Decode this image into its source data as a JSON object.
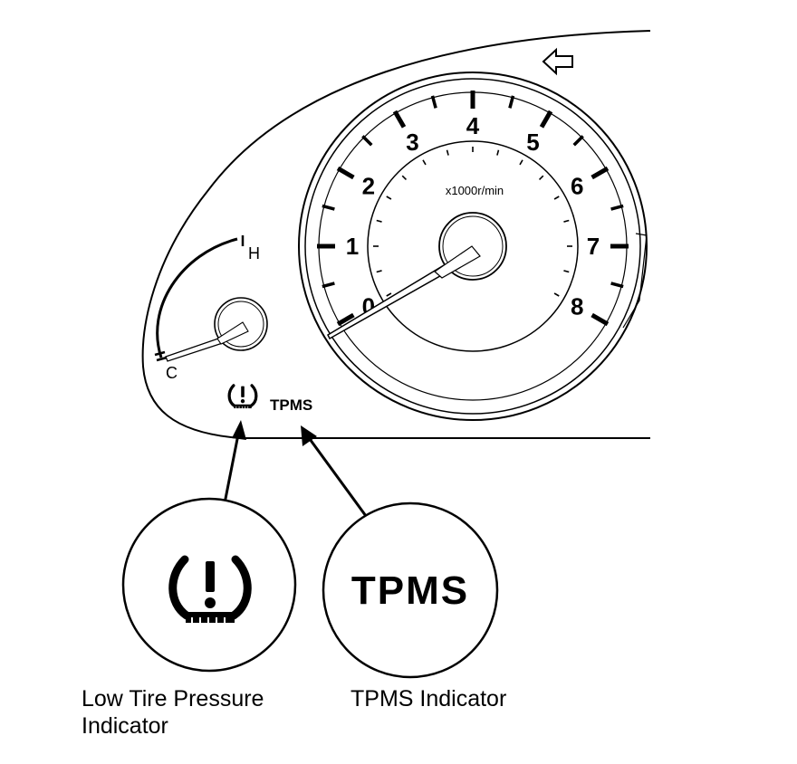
{
  "tachometer": {
    "numbers": [
      "0",
      "1",
      "2",
      "3",
      "4",
      "5",
      "6",
      "7",
      "8"
    ],
    "unit": "x1000r/min"
  },
  "temp_gauge": {
    "hot_label": "H",
    "cold_label": "C"
  },
  "cluster_indicator": {
    "tpms_text": "TPMS",
    "icon": "low-tire-pressure-icon"
  },
  "callouts": {
    "low_tire": {
      "label": "Low Tire Pressure\nIndicator",
      "icon": "low-tire-pressure-icon"
    },
    "tpms": {
      "label": "TPMS Indicator",
      "text": "TPMS"
    }
  },
  "arrow_icon": "left-arrow-icon"
}
